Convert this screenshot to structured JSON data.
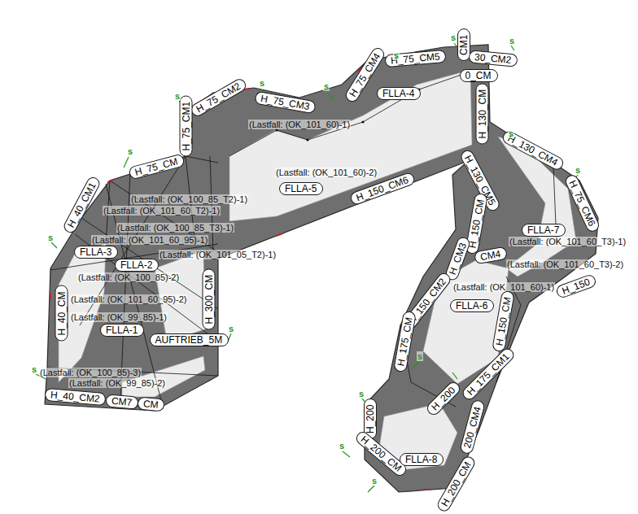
{
  "diagram": {
    "nodes": [
      {
        "text": [
          "H_75_CM4"
        ]
      },
      {
        "text": [
          "CM1"
        ]
      },
      {
        "text": [
          "30_CM2"
        ]
      },
      {
        "text": [
          "H_75_CM5"
        ]
      },
      {
        "text": [
          "0_CM"
        ]
      },
      {
        "text": [
          "FLLA-4"
        ]
      },
      {
        "text": [
          "H_130_CM"
        ]
      },
      {
        "text": [
          "H_75_CM2"
        ]
      },
      {
        "text": [
          "H_75_CM3"
        ]
      },
      {
        "text": [
          "H_75_CM1"
        ]
      },
      {
        "text": [
          "H_75_CM"
        ]
      },
      {
        "text": [
          "H_130_CM4"
        ]
      },
      {
        "text": [
          "FLLA-5"
        ]
      },
      {
        "text": [
          "H_150_CM6"
        ]
      },
      {
        "text": [
          "H_40_CM1"
        ]
      },
      {
        "text": [
          "H_130_CM5"
        ]
      },
      {
        "text": [
          "H_75_CM6"
        ]
      },
      {
        "text": [
          "FLLA-3"
        ]
      },
      {
        "text": [
          "FLLA-2"
        ]
      },
      {
        "text": [
          "H_150_CM"
        ]
      },
      {
        "text": [
          "FLLA-7"
        ]
      },
      {
        "text": [
          "H_CM3"
        ]
      },
      {
        "text": [
          "CM4"
        ]
      },
      {
        "text": [
          "H_150"
        ]
      },
      {
        "text": [
          "H_300_CM"
        ]
      },
      {
        "text": [
          "H_150_CM2"
        ]
      },
      {
        "text": [
          "FLLA-6"
        ]
      },
      {
        "text": [
          "H_40_CM"
        ]
      },
      {
        "text": [
          "FLLA-1"
        ]
      },
      {
        "text": [
          "AUFTRIEB_5M"
        ]
      },
      {
        "text": [
          "H_150_CM"
        ]
      },
      {
        "text": [
          "H_175_CM"
        ]
      },
      {
        "text": [
          "H_175_CM1"
        ]
      },
      {
        "text": [
          "H_200"
        ]
      },
      {
        "text": [
          "H_40_CM2"
        ]
      },
      {
        "text": [
          "CM7"
        ]
      },
      {
        "text": [
          "CM"
        ]
      },
      {
        "text": [
          "H_200"
        ]
      },
      {
        "text": [
          "200_CM4"
        ]
      },
      {
        "text": [
          "H_200_CM"
        ]
      },
      {
        "text": [
          "FLLA-8"
        ]
      },
      {
        "text": [
          "H_200_CM"
        ]
      }
    ],
    "labels": [
      "(Lastfall: (OK_101_60)-1)",
      "(Lastfall: (OK_101_60)-2)",
      "(Lastfall: (OK_100_85_T2)-1)",
      "(Lastfall: (OK_101_60_T2)-1)",
      "(Lastfall: (OK_100_85_T3)-1)",
      "(Lastfall: (OK_101_60_95)-1)",
      "(Lastfall: (OK_101_05_T2)-1)",
      "(Lastfall: (OK_100_85)-2)",
      "(Lastfall: (OK_101_60_95)-2)",
      "(Lastfall: (OK_99_85)-1)",
      "(Lastfall: (OK_100_85)-3)",
      "(Lastfall: (OK_99_85)-2)",
      "(Lastfall: (OK_101_60_T3)-1)",
      "(Lastfall: (OK_101_60_T3)-2)",
      "(Lastfall: (OK_101_60)-1)",
      "s",
      "s",
      "s",
      "s",
      "s",
      "s",
      "s",
      "s",
      "s",
      "s",
      "s",
      "s",
      "s",
      "s",
      "s",
      "s"
    ]
  }
}
